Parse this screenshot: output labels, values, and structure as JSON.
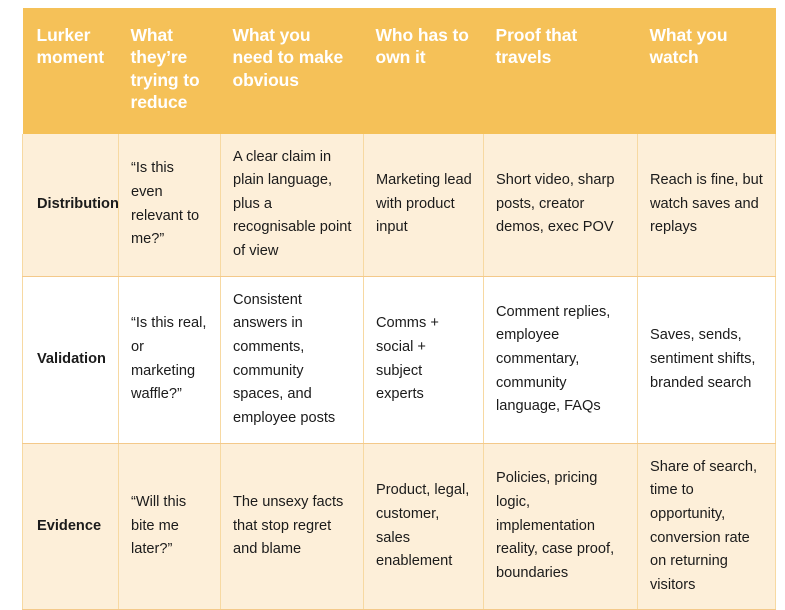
{
  "table": {
    "columns": [
      {
        "id": "lurker-moment",
        "label": "Lurker moment"
      },
      {
        "id": "trying-to-reduce",
        "label": "What they’re trying to reduce"
      },
      {
        "id": "make-obvious",
        "label": "What you need to make obvious"
      },
      {
        "id": "who-owns-it",
        "label": "Who has to own it"
      },
      {
        "id": "proof-that-travels",
        "label": "Proof that travels"
      },
      {
        "id": "what-you-watch",
        "label": "What you watch"
      }
    ],
    "rows": [
      {
        "moment": "Distribution",
        "reduce": "“Is this even relevant to me?”",
        "obvious": "A clear claim in plain language, plus a recognisable point of view",
        "owner": "Marketing lead with product input",
        "proof": "Short video, sharp posts, creator demos, exec POV",
        "watch": "Reach is fine, but watch saves and replays"
      },
      {
        "moment": "Validation",
        "reduce": "“Is this real, or marketing waffle?”",
        "obvious": "Consistent answers in comments, community spaces, and employee posts",
        "owner": "Comms + social + subject experts",
        "proof": "Comment replies, employee commentary, community language, FAQs",
        "watch": "Saves, sends, sentiment shifts, branded search"
      },
      {
        "moment": "Evidence",
        "reduce": "“Will this bite me later?”",
        "obvious": "The unsexy facts that stop regret and blame",
        "owner": "Product, legal, customer, sales enablement",
        "proof": "Policies, pricing logic, implementation reality, case proof, boundaries",
        "watch": "Share of search, time to opportunity, conversion rate on returning visitors"
      }
    ]
  },
  "colors": {
    "header_background": "#F5C158",
    "header_text": "#FFFFFF",
    "row_shaded_background": "#FDEFD9",
    "row_plain_background": "#FFFFFF",
    "grid_line": "#F7D9A2",
    "body_text": "#1B1B1B",
    "page_background": "#FFFFFF"
  }
}
